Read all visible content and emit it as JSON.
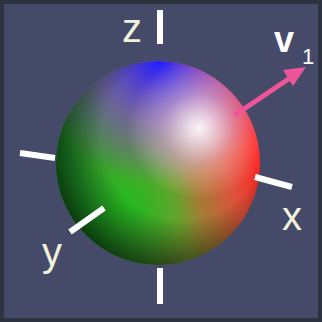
{
  "diagram": {
    "labels": [
      "z",
      "x",
      "y",
      "v",
      "1"
    ]
  }
}
